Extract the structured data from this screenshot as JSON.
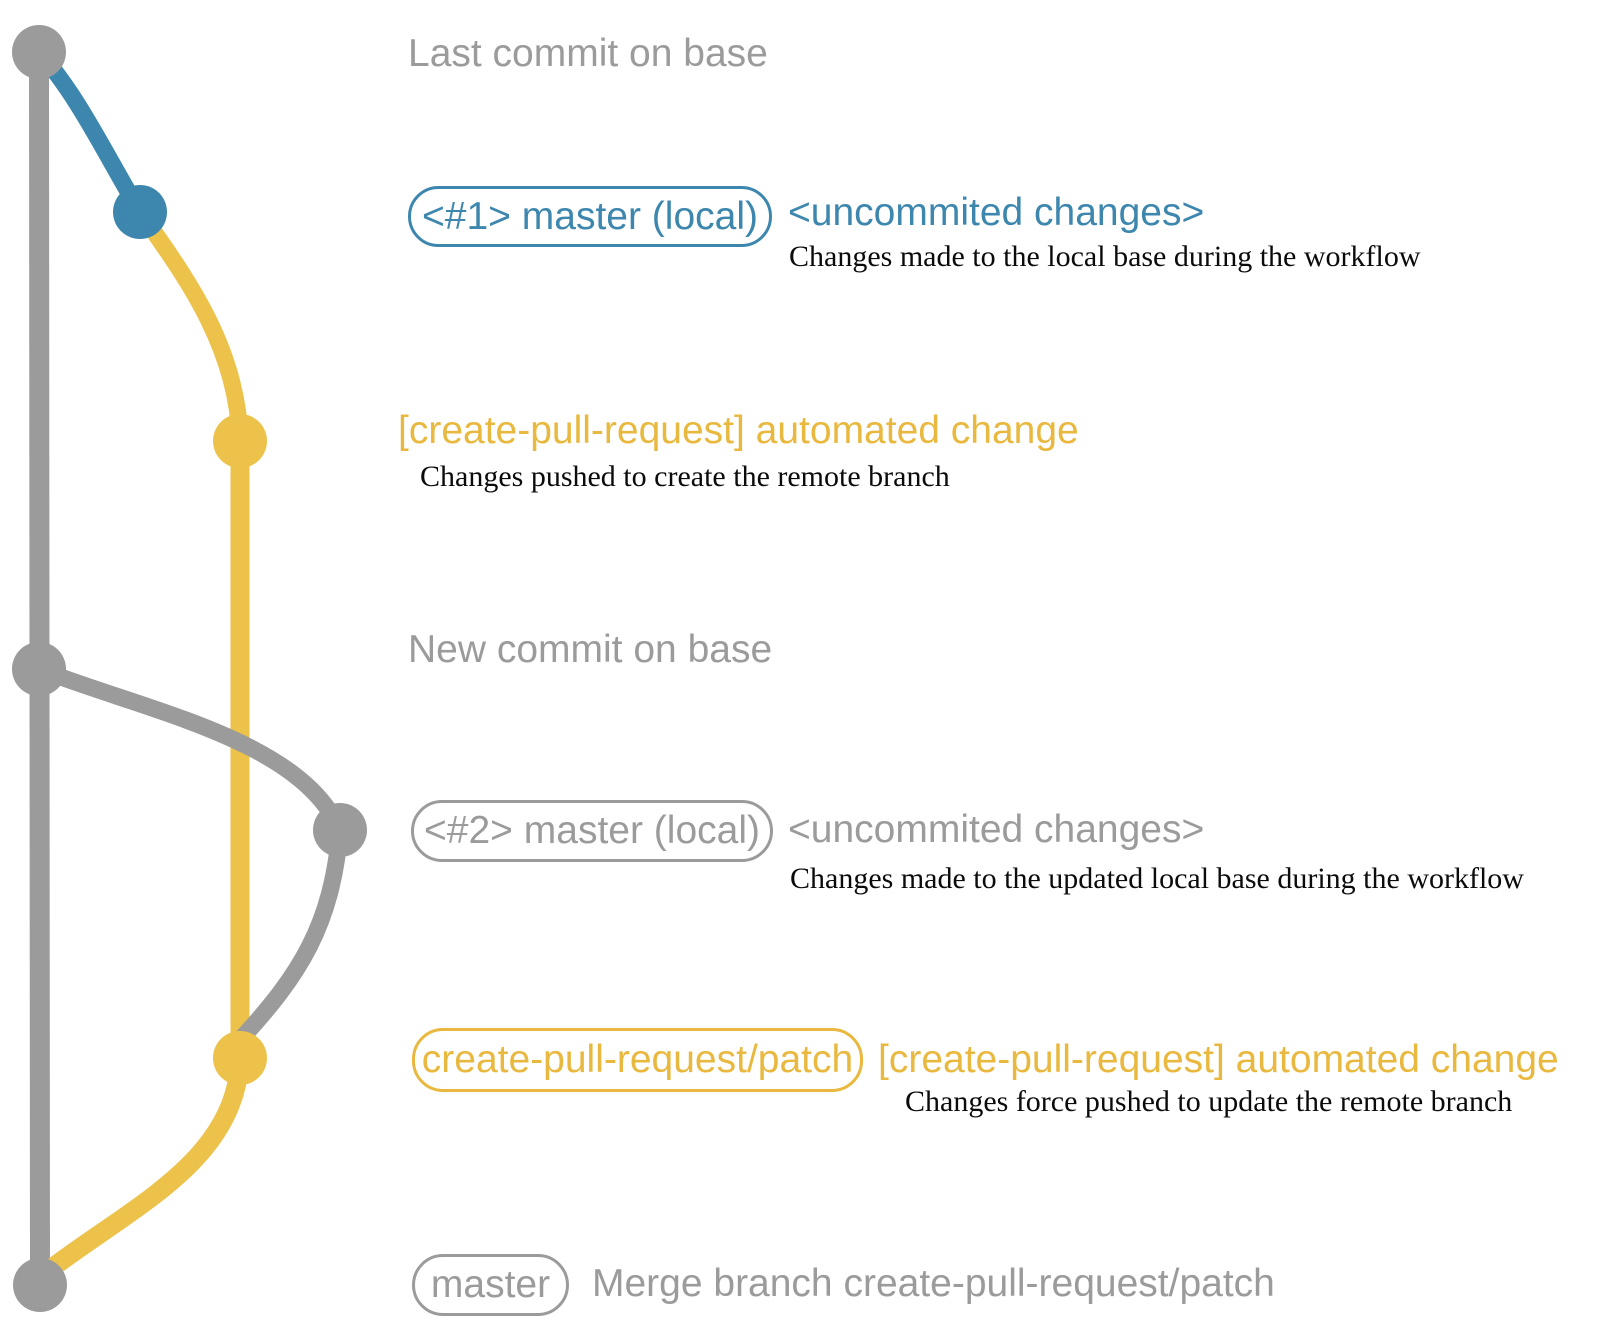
{
  "colors": {
    "gray": "#9b9b9b",
    "blue": "#3d87ae",
    "yellow": "#ecc24a",
    "yellow_text": "#e9b83e",
    "caption_text": "#0b0b0b",
    "background": "#ffffff"
  },
  "diagram": {
    "titles": {
      "last_commit": "Last commit on base",
      "new_commit": "New commit on base"
    },
    "badges": {
      "master_local_1": "<#1> master (local)",
      "master_local_2": "<#2> master (local)",
      "patch_branch": "create-pull-request/patch",
      "master": "master"
    },
    "labels": {
      "uncommitted_1": "<uncommited changes>",
      "uncommitted_2": "<uncommited changes>",
      "automated_change_1": "[create-pull-request] automated change",
      "automated_change_2": "[create-pull-request] automated change",
      "merge_message": "Merge branch create-pull-request/patch"
    },
    "captions": {
      "local_base": "Changes made to the local base during the workflow",
      "push_create": "Changes pushed to create the remote branch",
      "updated_local_base": "Changes made to the updated local base during the workflow",
      "force_push": "Changes force pushed to update the remote branch"
    },
    "nodes": [
      {
        "id": "last-commit-on-base",
        "branch": "base",
        "color": "gray"
      },
      {
        "id": "local-commit-1",
        "branch": "master-local",
        "color": "blue"
      },
      {
        "id": "remote-branch-commit-1",
        "branch": "create-pull-request/patch",
        "color": "yellow"
      },
      {
        "id": "new-commit-on-base",
        "branch": "base",
        "color": "gray"
      },
      {
        "id": "local-commit-2",
        "branch": "master-local",
        "color": "gray"
      },
      {
        "id": "remote-branch-commit-2",
        "branch": "create-pull-request/patch",
        "color": "yellow"
      },
      {
        "id": "merge-commit",
        "branch": "base",
        "color": "gray"
      }
    ]
  }
}
